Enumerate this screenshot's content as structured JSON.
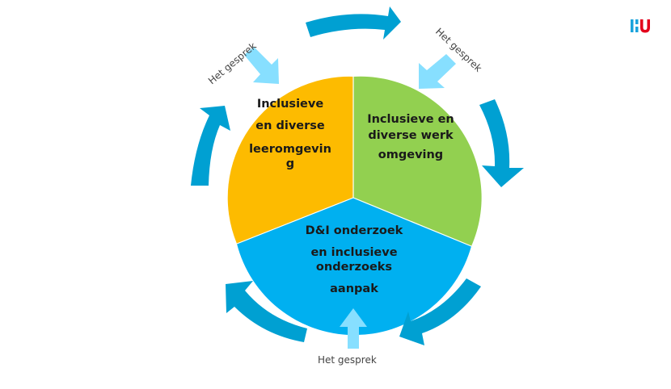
{
  "colors": {
    "learning": "#FDBB00",
    "work": "#92D050",
    "research": "#00B0F0",
    "cycle_arrow": "#00A0D2",
    "talk_arrow": "#87DFFF",
    "logo_blue": "#1AA3DC",
    "logo_red": "#E3001B"
  },
  "logo": {
    "text": "HU",
    "icon": "hu-logo-icon"
  },
  "segments": [
    {
      "id": "learning",
      "lines": [
        "Inclusieve",
        "en diverse",
        "leeromgevin",
        "g"
      ]
    },
    {
      "id": "work",
      "lines": [
        "Inclusieve en",
        "diverse werk",
        "omgeving"
      ]
    },
    {
      "id": "research",
      "lines": [
        "D&I onderzoek",
        "en inclusieve",
        "onderzoeks",
        "aanpak"
      ]
    }
  ],
  "talk_labels": [
    {
      "position": "top-left",
      "text": "Het gesprek"
    },
    {
      "position": "top-right",
      "text": "Het gesprek"
    },
    {
      "position": "bottom",
      "text": "Het gesprek"
    }
  ],
  "cycle_arrows": [
    "top",
    "right",
    "bottom-right",
    "bottom-left",
    "left"
  ],
  "cycle_arrow_icon": "curved-arrow-icon",
  "talk_arrow_icon": "arrow-icon"
}
